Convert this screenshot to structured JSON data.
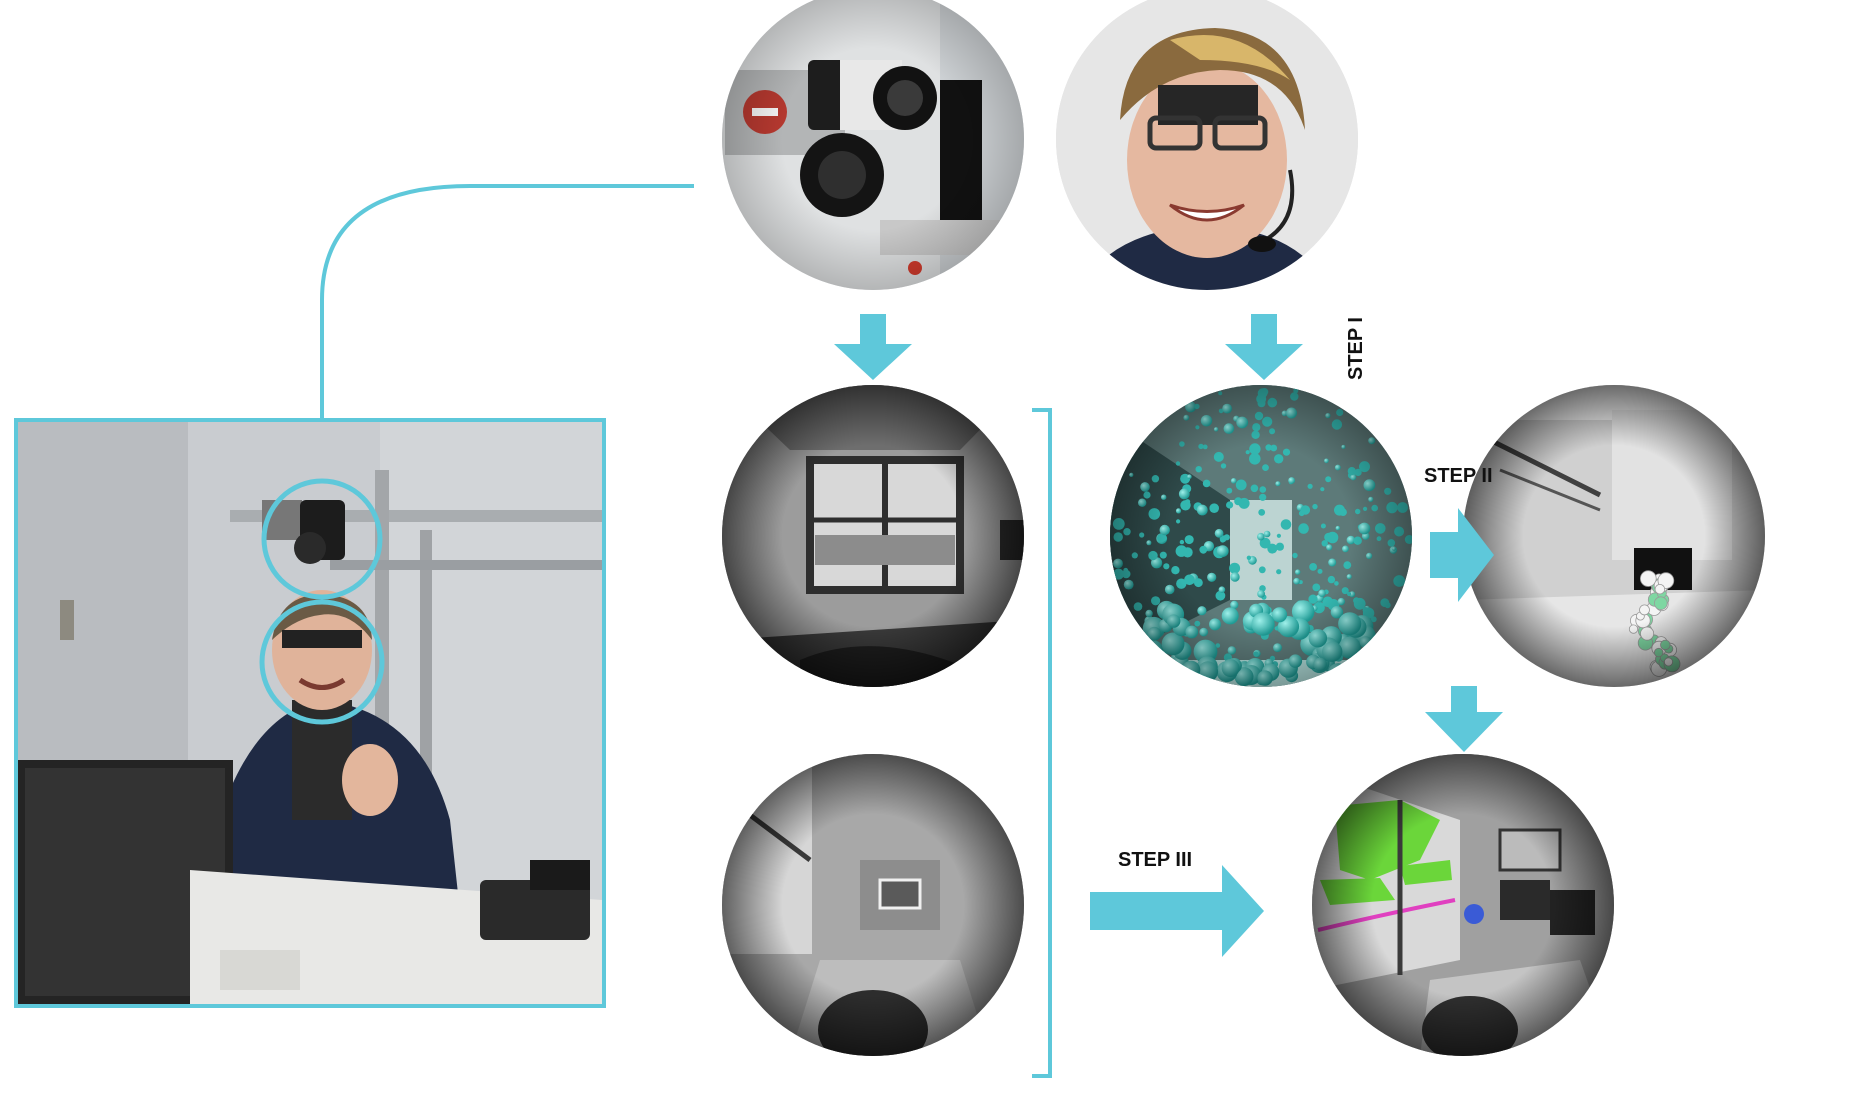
{
  "labels": {
    "step1": "STEP I",
    "step2": "STEP II",
    "step3": "STEP III"
  },
  "colors": {
    "accent": "#5ec8da",
    "arrow": "#5ec8da",
    "green_overlay": "#6bd63a",
    "teal_particles": "#33b7b0",
    "magenta_line": "#e040c0",
    "blue_marker": "#3a5bd6"
  },
  "images": [
    {
      "id": "photo-office-setup",
      "content": "photo of a person wearing an eye-tracking headset seated at a desk, with a camera mounted on a rig above"
    },
    {
      "id": "camera-closeup",
      "content": "close-up photo of a fisheye camera with a LMX color label"
    },
    {
      "id": "eye-tracker-closeup",
      "content": "close-up photo of a smiling person wearing an eye-tracking headset with microphone"
    },
    {
      "id": "fisheye-window",
      "content": "grayscale fisheye image of an office looking towards a window"
    },
    {
      "id": "fisheye-room",
      "content": "grayscale fisheye image of an office from above the person"
    },
    {
      "id": "particles-sphere",
      "content": "fisheye rendering of a room filled with teal particles"
    },
    {
      "id": "gaze-sphere",
      "content": "grayscale fisheye room with a cluster of white and green gaze points"
    },
    {
      "id": "result-sphere",
      "content": "grayscale fisheye office with green-highlighted window glare regions and a blue gaze marker"
    }
  ]
}
